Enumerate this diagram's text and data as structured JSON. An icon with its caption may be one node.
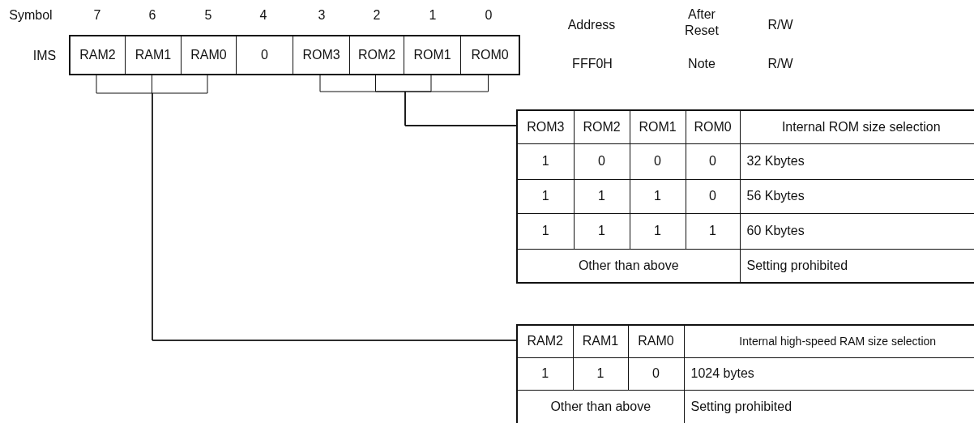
{
  "diagram": {
    "nodes": [
      {
        "text": [
          "RAM2"
        ]
      },
      {
        "text": [
          "RAM1"
        ]
      },
      {
        "text": [
          "RAM0"
        ]
      },
      {
        "text": [
          "0"
        ]
      },
      {
        "text": [
          "ROM3"
        ]
      },
      {
        "text": [
          "ROM2"
        ]
      },
      {
        "text": [
          "ROM1"
        ]
      },
      {
        "text": [
          "ROM0"
        ]
      },
      {
        "text": [
          "ROM3",
          "ROM2",
          "ROM1",
          "ROM0",
          "Internal ROM size selection",
          "1",
          "0",
          "0",
          "0",
          "32 Kbytes",
          "1",
          "1",
          "1",
          "0",
          "56 Kbytes",
          "1",
          "1",
          "1",
          "1",
          "60 Kbytes",
          "Other than above",
          "Setting prohibited"
        ]
      },
      {
        "text": [
          "RAM2",
          "RAM1",
          "RAM0",
          "Internal high-speed RAM size selection",
          "1",
          "1",
          "0",
          "1024 bytes",
          "Other than above",
          "Setting prohibited"
        ]
      }
    ],
    "edges": [
      {
        "from": 4,
        "to": 8,
        "arrow": "none"
      },
      {
        "from": 5,
        "to": 8,
        "arrow": "none"
      },
      {
        "from": 6,
        "to": 8,
        "arrow": "none"
      },
      {
        "from": 7,
        "to": 8,
        "arrow": "none"
      },
      {
        "from": 0,
        "to": 9,
        "arrow": "none"
      },
      {
        "from": 1,
        "to": 9,
        "arrow": "none"
      },
      {
        "from": 2,
        "to": 9,
        "arrow": "none"
      }
    ],
    "labels": [
      "Symbol",
      "7",
      "6",
      "5",
      "4",
      "3",
      "2",
      "1",
      "0",
      "Address",
      "After Reset",
      "R/W",
      "IMS",
      "FFF0H",
      "Note",
      "R/W"
    ]
  }
}
